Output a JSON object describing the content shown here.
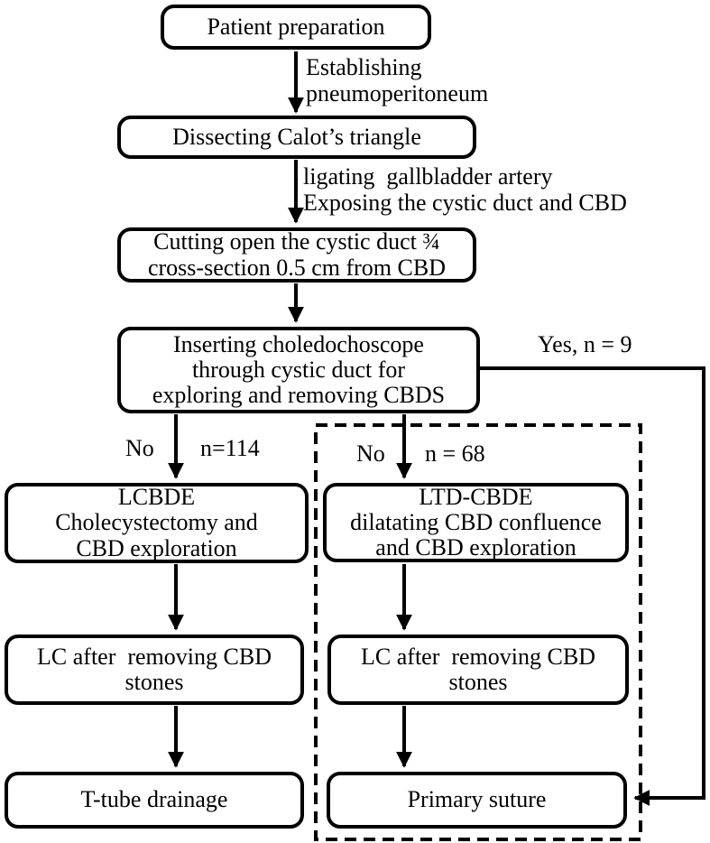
{
  "diagram": {
    "type": "flowchart",
    "colors": {
      "stroke": "#000000",
      "background": "#ffffff"
    },
    "nodes": {
      "patient_prep": {
        "label": "Patient preparation"
      },
      "dissecting": {
        "label": "Dissecting Calot’s triangle"
      },
      "cutting": {
        "label": "Cutting open the cystic duct ¾\ncross-section 0.5 cm from CBD"
      },
      "inserting": {
        "label": "Inserting choledochoscope\nthrough cystic duct for\nexploring and removing CBDS"
      },
      "lcbde": {
        "label": "LCBDE\nCholecystectomy and\nCBD exploration"
      },
      "ltd_cbde": {
        "label": "LTD-CBDE\ndilatating CBD confluence\nand CBD exploration"
      },
      "lc_after_left": {
        "label": "LC after  removing CBD\nstones"
      },
      "lc_after_right": {
        "label": "LC after  removing CBD\nstones"
      },
      "t_tube": {
        "label": "T-tube drainage"
      },
      "primary_suture": {
        "label": "Primary suture"
      }
    },
    "edge_labels": {
      "establishing": "Establishing\npneumoperitoneum",
      "ligating": "ligating  gallbladder artery\nExposing the cystic duct and CBD",
      "yes_branch": "Yes, n = 9",
      "no_left": "No",
      "n_left": "n=114",
      "no_right": "No",
      "n_right": "n = 68"
    }
  }
}
